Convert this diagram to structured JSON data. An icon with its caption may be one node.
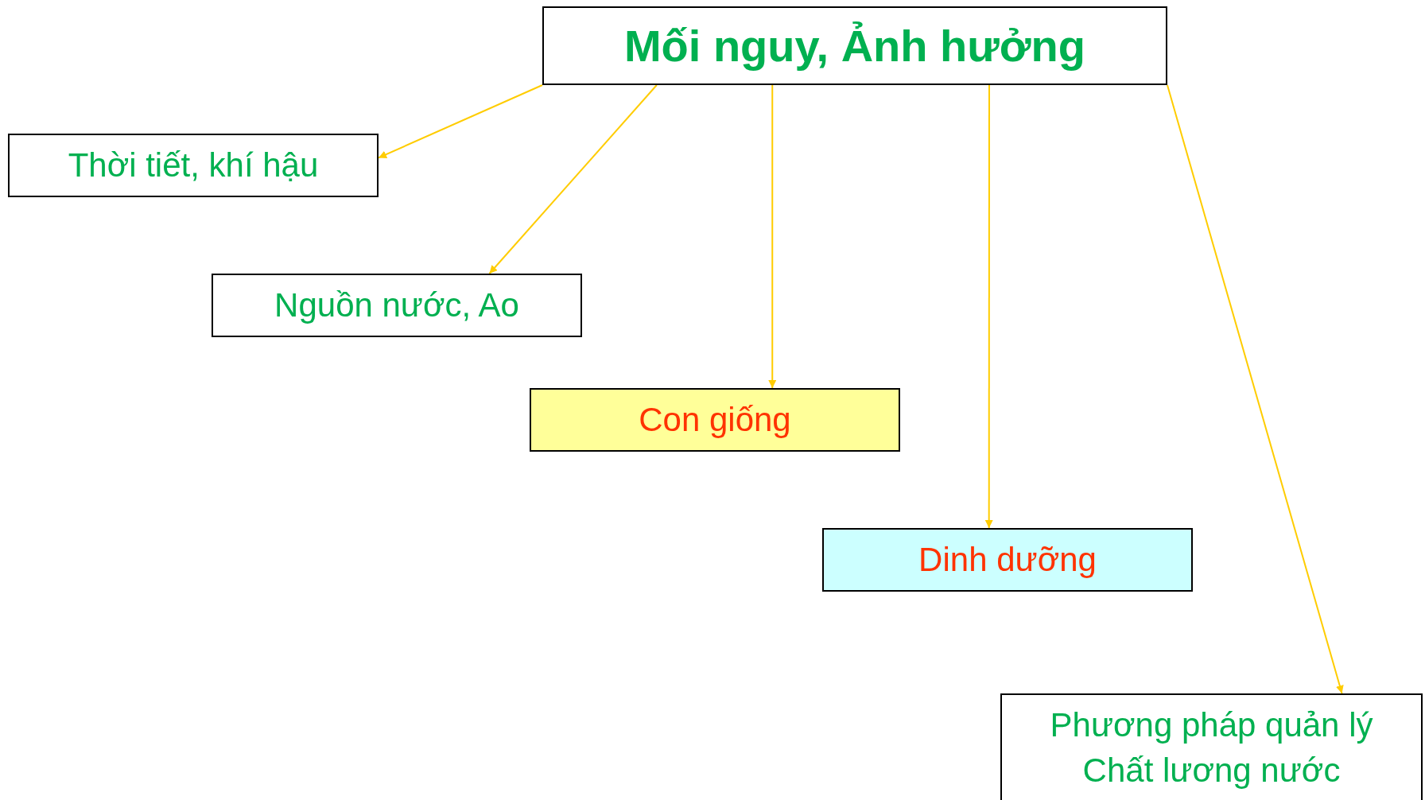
{
  "diagram": {
    "nodes": [
      {
        "text": [
          "Mối nguy, Ảnh hưởng"
        ]
      },
      {
        "text": [
          "Thời tiết, khí hậu"
        ]
      },
      {
        "text": [
          "Nguồn nước, Ao"
        ]
      },
      {
        "text": [
          "Con giống"
        ]
      },
      {
        "text": [
          "Dinh dưỡng"
        ]
      },
      {
        "text": [
          "Phương pháp quản lý Chất lương nước"
        ]
      }
    ],
    "edges": [
      {
        "from": 0,
        "to": 1,
        "arrow": "to"
      },
      {
        "from": 0,
        "to": 2,
        "arrow": "to"
      },
      {
        "from": 0,
        "to": 3,
        "arrow": "to"
      },
      {
        "from": 0,
        "to": 4,
        "arrow": "to"
      },
      {
        "from": 0,
        "to": 5,
        "arrow": "to"
      }
    ]
  }
}
